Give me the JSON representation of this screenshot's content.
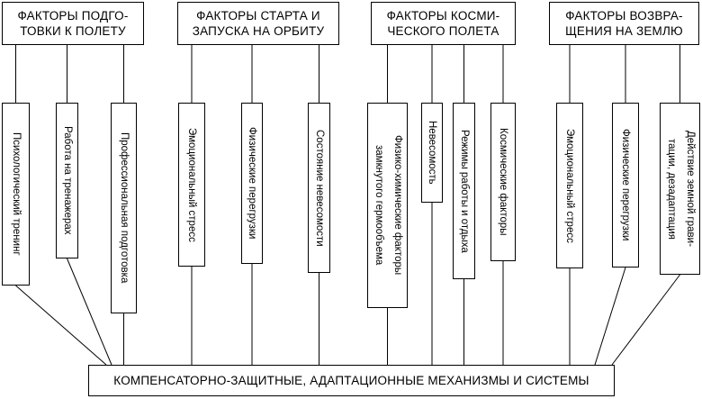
{
  "colors": {
    "background": "#ffffff",
    "line": "#000000",
    "text": "#000000"
  },
  "headers": [
    {
      "lines": [
        "ФАКТОРЫ ПОДГО-",
        "ТОВКИ К ПОЛЕТУ"
      ]
    },
    {
      "lines": [
        "ФАКТОРЫ СТАРТА И",
        "ЗАПУСКА НА ОРБИТУ"
      ]
    },
    {
      "lines": [
        "ФАКТОРЫ КОСМИ-",
        "ЧЕСКОГО ПОЛЕТА"
      ]
    },
    {
      "lines": [
        "ФАКТОРЫ ВОЗВРА-",
        "ЩЕНИЯ НА ЗЕМЛЮ"
      ]
    }
  ],
  "factors": [
    {
      "lines": [
        "Психологический тренинг"
      ]
    },
    {
      "lines": [
        "Работа на тренажерах"
      ]
    },
    {
      "lines": [
        "Профессиональная подготовка"
      ]
    },
    {
      "lines": [
        "Эмоциональный стресс"
      ]
    },
    {
      "lines": [
        "Физические перегрузки"
      ]
    },
    {
      "lines": [
        "Состояние невесомости"
      ]
    },
    {
      "lines": [
        "Физико-химические факторы",
        "замкнутого гермообъема"
      ]
    },
    {
      "lines": [
        "Невесомость"
      ]
    },
    {
      "lines": [
        "Режимы работы и отдыха"
      ]
    },
    {
      "lines": [
        "Космические факторы"
      ]
    },
    {
      "lines": [
        "Эмоциональный стресс"
      ]
    },
    {
      "lines": [
        "Физические перегрузки"
      ]
    },
    {
      "lines": [
        "Действие земной грави-",
        "тации, дезадаптация"
      ]
    }
  ],
  "footer": {
    "label": "КОМПЕНСАТОРНО-ЗАЩИТНЫЕ, АДАПТАЦИОННЫЕ МЕХАНИЗМЫ И СИСТЕМЫ"
  }
}
